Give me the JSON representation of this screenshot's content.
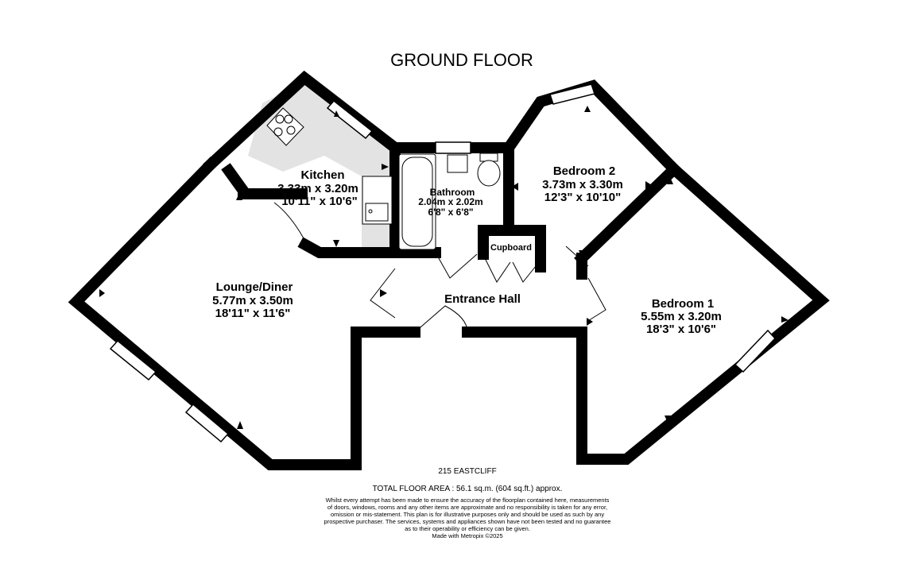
{
  "title": "GROUND FLOOR",
  "rooms": {
    "kitchen": {
      "name": "Kitchen",
      "metric": "3.33m  x 3.20m",
      "imperial": "10'11\"  x 10'6\""
    },
    "bathroom": {
      "name": "Bathroom",
      "metric": "2.04m  x 2.02m",
      "imperial": "6'8\"  x 6'8\""
    },
    "bedroom2": {
      "name": "Bedroom 2",
      "metric": "3.73m  x 3.30m",
      "imperial": "12'3\"  x 10'10\""
    },
    "bedroom1": {
      "name": "Bedroom 1",
      "metric": "5.55m  x 3.20m",
      "imperial": "18'3\"  x 10'6\""
    },
    "lounge": {
      "name": "Lounge/Diner",
      "metric": "5.77m  x 3.50m",
      "imperial": "18'11\"  x 11'6\""
    },
    "cupboard": {
      "name": "Cupboard"
    },
    "hall": {
      "name": "Entrance Hall"
    }
  },
  "footer": {
    "address": "215 EASTCLIFF",
    "total_area": "TOTAL FLOOR AREA : 56.1 sq.m. (604 sq.ft.) approx.",
    "disclaimer": [
      "Whilst every attempt has been made to ensure the accuracy of the floorplan contained here, measurements",
      "of doors, windows, rooms and any other items are approximate and no responsibility is taken for any error,",
      "omission or mis-statement. This plan is for illustrative purposes only and should be used as such by any",
      "prospective purchaser. The services, systems and appliances shown have not been tested and no guarantee",
      "as to their operability or efficiency can be given."
    ],
    "credit": "Made with Metropix ©2025"
  },
  "colors": {
    "wall": "#000000",
    "kitchen_floor": "#e3e3e3",
    "window": "#ffffff"
  }
}
